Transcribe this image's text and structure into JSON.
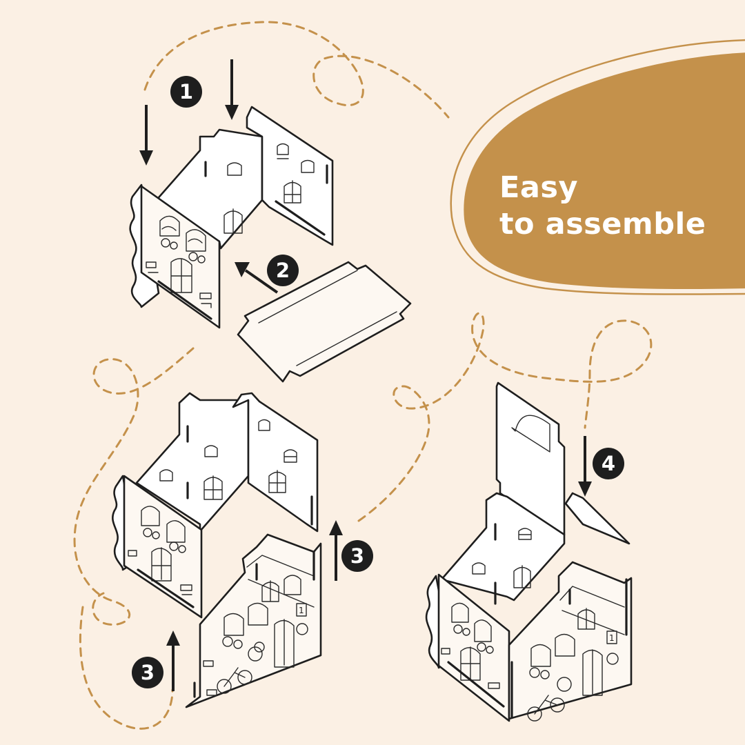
{
  "headline": {
    "line1": "Easy",
    "line2": "to assemble"
  },
  "steps": [
    "1",
    "2",
    "3",
    "4"
  ],
  "house_number": "1",
  "colors": {
    "background": "#fbf0e4",
    "accent": "#c4914b",
    "ink": "#1e1e1e",
    "headline_text": "#ffffff"
  },
  "icons": {
    "step_badge": "black-circle-number",
    "direction": "arrow"
  }
}
